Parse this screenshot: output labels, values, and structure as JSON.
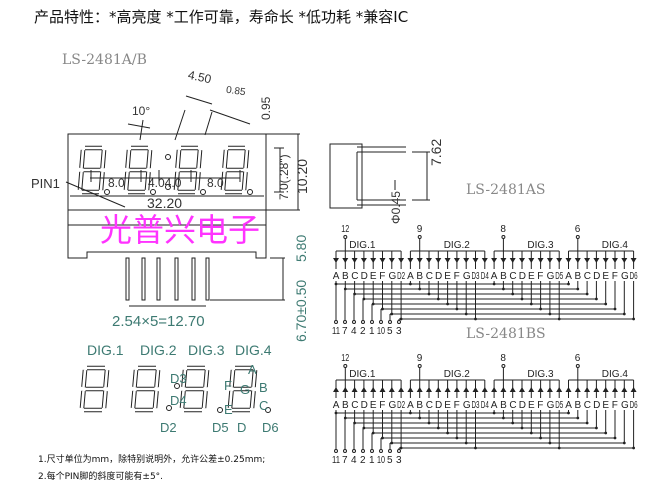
{
  "title": "产品特性：*高亮度 *工作可靠，寿命长 *低功耗 *兼容IC",
  "models": {
    "ab": "LS-2481A/B",
    "as": "LS-2481AS",
    "bs": "LS-2481BS"
  },
  "watermark": "光普兴电子",
  "dimensions": {
    "angle": "10°",
    "seg_width": "4.50",
    "seg_gap": "0.85",
    "top_gap": "0.95",
    "char_height": "7.0(.28\")",
    "height": "10.20",
    "pin1": "PIN1",
    "pitch1": "8.0",
    "pitch2": "4.04.0",
    "pitch3": "8.0",
    "width": "32.20",
    "row_spacing": "7.62",
    "pin_dia": "Φ0.45",
    "body_depth": "5.80",
    "pin_length": "6.70±0.50",
    "pin_pitch": "2.54×5=12.70"
  },
  "digit_labels": [
    "DIG.1",
    "DIG.2",
    "DIG.3",
    "DIG.4"
  ],
  "segment_labels": {
    "A": "A",
    "B": "B",
    "C": "C",
    "D": "D",
    "E": "E",
    "F": "F",
    "G": "G",
    "D2": "D2",
    "D3": "D3",
    "D4": "D4",
    "D5": "D5",
    "D6": "D6"
  },
  "schematic": {
    "common_pins": [
      "12",
      "9",
      "8",
      "6"
    ],
    "digit_labels": [
      "DIG.1",
      "DIG.2",
      "DIG.3",
      "DIG.4"
    ],
    "diode_labels": [
      "A",
      "B",
      "C",
      "D",
      "E",
      "F",
      "G",
      "D2",
      "A",
      "B",
      "C",
      "D",
      "E",
      "F",
      "G",
      "D3",
      "D4",
      "A",
      "B",
      "C",
      "D",
      "E",
      "F",
      "G",
      "D5",
      "A",
      "B",
      "C",
      "D",
      "E",
      "F",
      "G",
      "D6"
    ],
    "segment_pins": [
      "11",
      "7",
      "4",
      "2",
      "1",
      "10",
      "5",
      "3"
    ]
  },
  "notes": [
    "1.尺寸单位为mm，除特别说明外，允许公差±0.25mm;",
    "2.每个PIN脚的斜度可能有±5°."
  ],
  "colors": {
    "watermark": "#ff33ff",
    "dim_teal": "#3d7a72",
    "line": "#222222"
  }
}
